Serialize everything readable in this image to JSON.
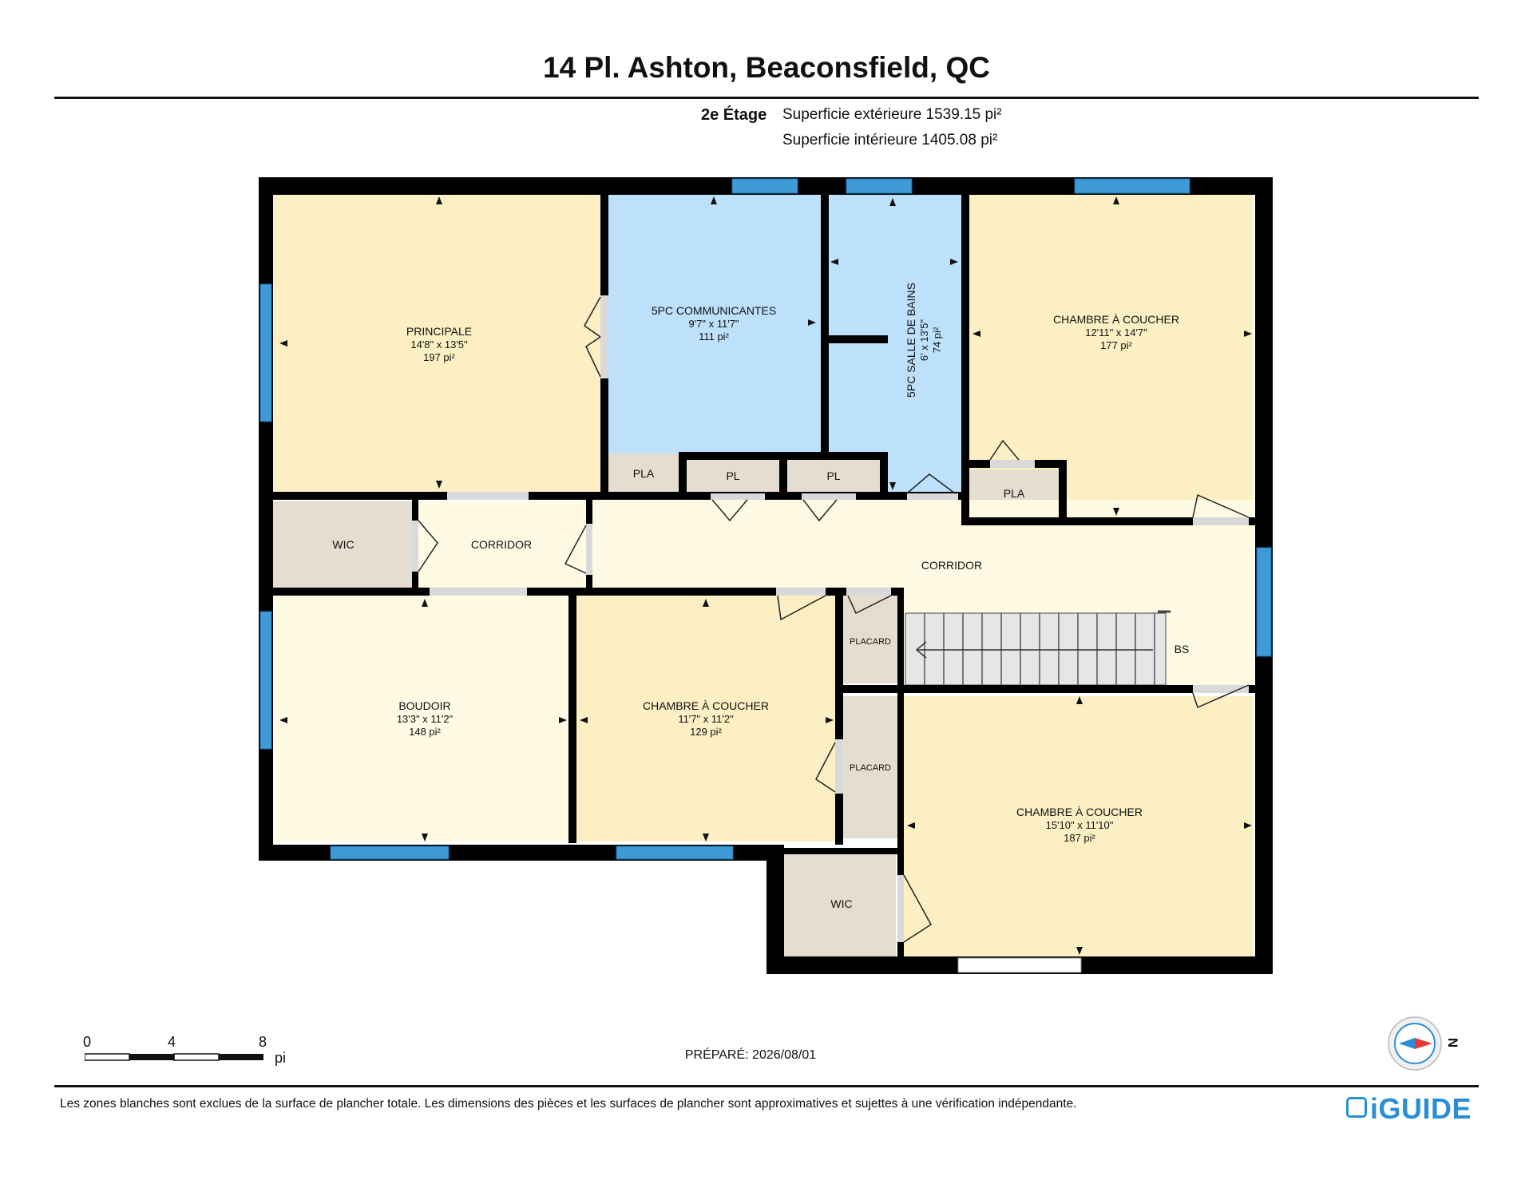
{
  "title": "14 Pl. Ashton, Beaconsfield, QC",
  "floor_label": "2e Étage",
  "exterior_area": "Superficie extérieure 1539.15 pi²",
  "interior_area": "Superficie intérieure 1405.08 pi²",
  "rooms": {
    "principale": {
      "name": "PRINCIPALE",
      "dims": "14'8\" x 13'5\"",
      "area": "197 pi²"
    },
    "communicantes": {
      "name": "5PC COMMUNICANTES",
      "dims": "9'7\" x 11'7\"",
      "area": "111 pi²"
    },
    "salle_de_bains": {
      "name": "5PC SALLE DE BAINS",
      "dims": "6' x 13'5\"",
      "area": "74 pi²"
    },
    "chambre_ne": {
      "name": "CHAMBRE À COUCHER",
      "dims": "12'11\" x 14'7\"",
      "area": "177 pi²"
    },
    "pla_left": {
      "name": "PLA"
    },
    "pl_1": {
      "name": "PL"
    },
    "pl_2": {
      "name": "PL"
    },
    "pla_right": {
      "name": "PLA"
    },
    "wic_top": {
      "name": "WIC"
    },
    "corridor_small": {
      "name": "CORRIDOR"
    },
    "corridor_main": {
      "name": "CORRIDOR"
    },
    "placard_1": {
      "name": "PLACARD"
    },
    "placard_2": {
      "name": "PLACARD"
    },
    "stairs": {
      "name": "BS"
    },
    "boudoir": {
      "name": "BOUDOIR",
      "dims": "13'3\" x 11'2\"",
      "area": "148 pi²"
    },
    "chambre_mid": {
      "name": "CHAMBRE À COUCHER",
      "dims": "11'7\" x 11'2\"",
      "area": "129 pi²"
    },
    "chambre_se": {
      "name": "CHAMBRE À COUCHER",
      "dims": "15'10\" x 11'10\"",
      "area": "187 pi²"
    },
    "wic_bottom": {
      "name": "WIC"
    }
  },
  "scale": {
    "labels": [
      "0",
      "4",
      "8"
    ],
    "unit": "pi"
  },
  "prepared": "PRÉPARÉ: 2026/08/01",
  "compass_label": "N",
  "disclaimer": "Les zones blanches sont exclues de la surface de plancher totale. Les dimensions des pièces et les surfaces de plancher sont approximatives et sujettes à une vérification indépendante.",
  "brand": "iGUIDE",
  "colors": {
    "wall": "#000000",
    "window": "#3f9bd6",
    "bedroom": "#fbefc3",
    "bathroom": "#bde1fb",
    "corridor": "#fefae4",
    "closet": "#e5ddcf",
    "brand": "#2a8fd6"
  }
}
